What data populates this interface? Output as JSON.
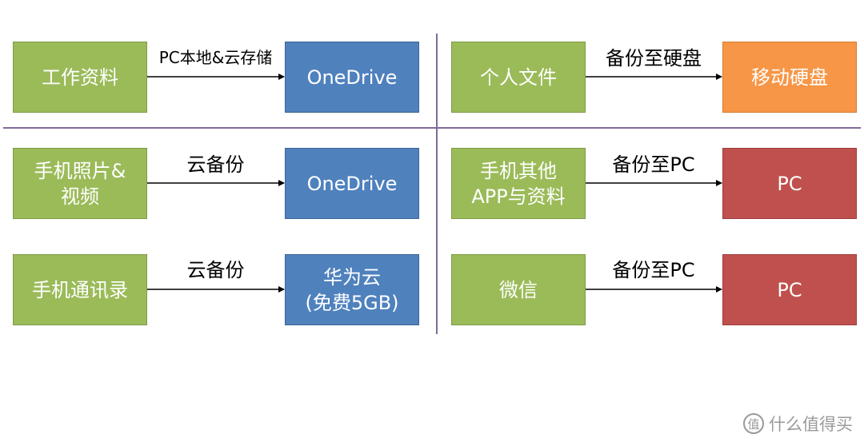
{
  "left": {
    "rows": [
      {
        "source": "工作资料",
        "arrow_label": "PC本地&云存储",
        "target": "OneDrive"
      },
      {
        "source": "手机照片&\n视频",
        "arrow_label": "云备份",
        "target": "OneDrive"
      },
      {
        "source": "手机通讯录",
        "arrow_label": "云备份",
        "target": "华为云\n(免费5GB)"
      }
    ]
  },
  "right": {
    "rows": [
      {
        "source": "个人文件",
        "arrow_label": "备份至硬盘",
        "target": "移动硬盘"
      },
      {
        "source": "手机其他\nAPP与资料",
        "arrow_label": "备份至PC",
        "target": "PC"
      },
      {
        "source": "微信",
        "arrow_label": "备份至PC",
        "target": "PC"
      }
    ]
  },
  "colors": {
    "source_box": "#9bbb59",
    "cloud_target": "#4f81bd",
    "drive_target": "#f79646",
    "pc_target": "#c0504d",
    "divider": "#7f6a9c"
  },
  "watermark": {
    "icon": "zhi-logo-icon",
    "logo_glyph": "值",
    "text": "什么值得买"
  }
}
